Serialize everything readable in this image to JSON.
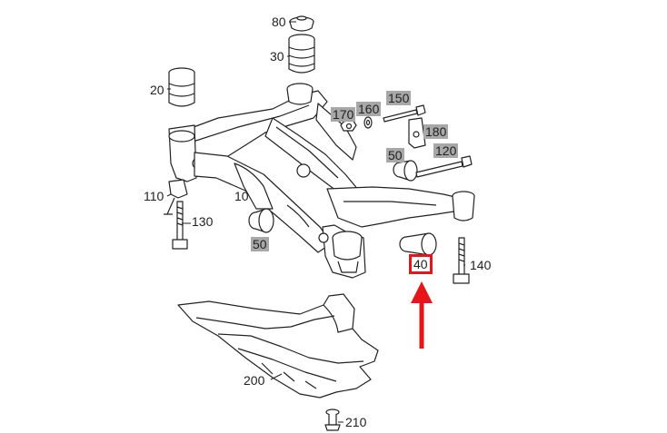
{
  "diagram": {
    "callouts": {
      "c80": {
        "text": "80"
      },
      "c30": {
        "text": "30"
      },
      "c20": {
        "text": "20"
      },
      "c170": {
        "text": "170"
      },
      "c160": {
        "text": "160"
      },
      "c150": {
        "text": "150"
      },
      "c180": {
        "text": "180"
      },
      "c50a": {
        "text": "50"
      },
      "c120": {
        "text": "120"
      },
      "c110": {
        "text": "110"
      },
      "c10": {
        "text": "10"
      },
      "c130": {
        "text": "130"
      },
      "c50b": {
        "text": "50"
      },
      "c40": {
        "text": "40"
      },
      "c140": {
        "text": "140"
      },
      "c200": {
        "text": "200"
      },
      "c210": {
        "text": "210"
      }
    },
    "highlight": {
      "target": "40",
      "color": "#e8141b"
    },
    "shade_color": "#a8a8a8"
  }
}
